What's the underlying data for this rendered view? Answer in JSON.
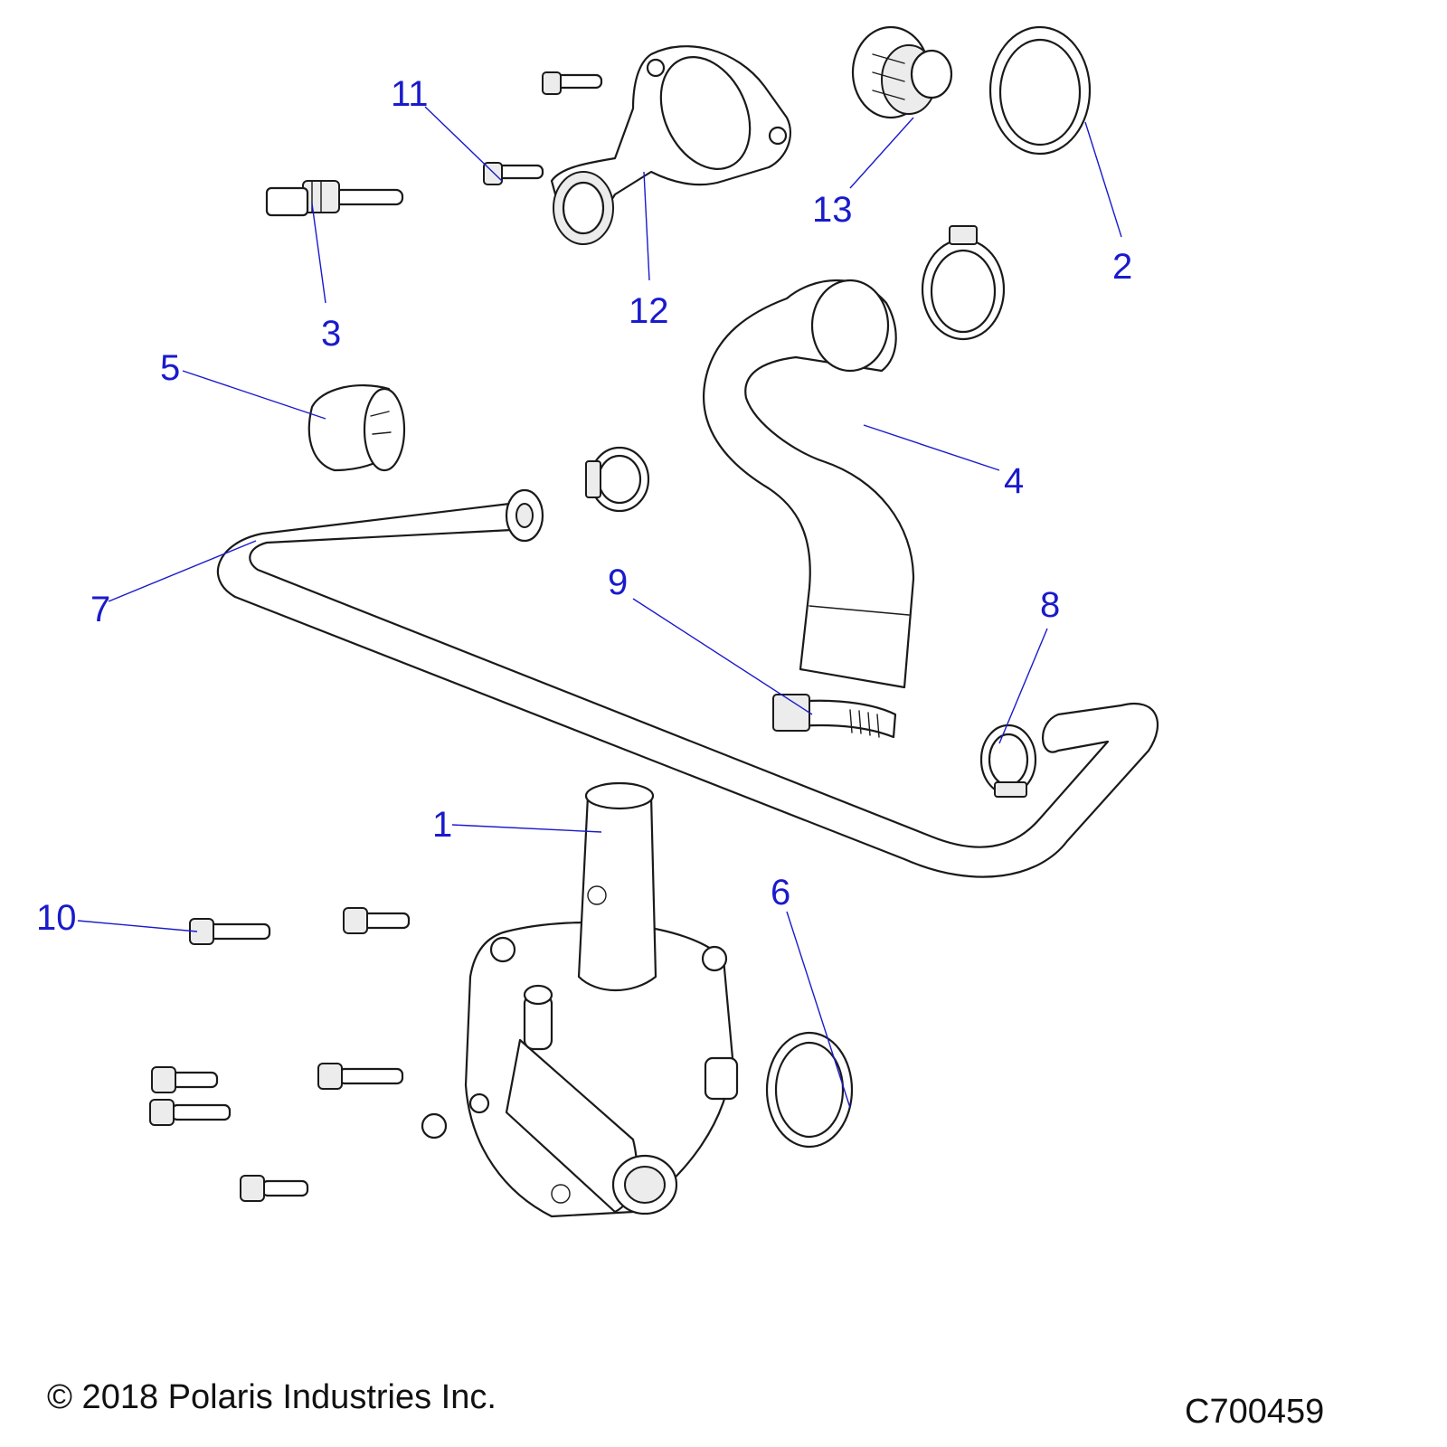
{
  "callouts": [
    "1",
    "2",
    "3",
    "4",
    "5",
    "6",
    "7",
    "8",
    "9",
    "10",
    "11",
    "12",
    "13"
  ],
  "copyright": "© 2018 Polaris Industries Inc.",
  "diagram_code": "C700459",
  "colors": {
    "callout": "#1a1acc",
    "line": "#1a1a1a",
    "background": "#ffffff"
  }
}
